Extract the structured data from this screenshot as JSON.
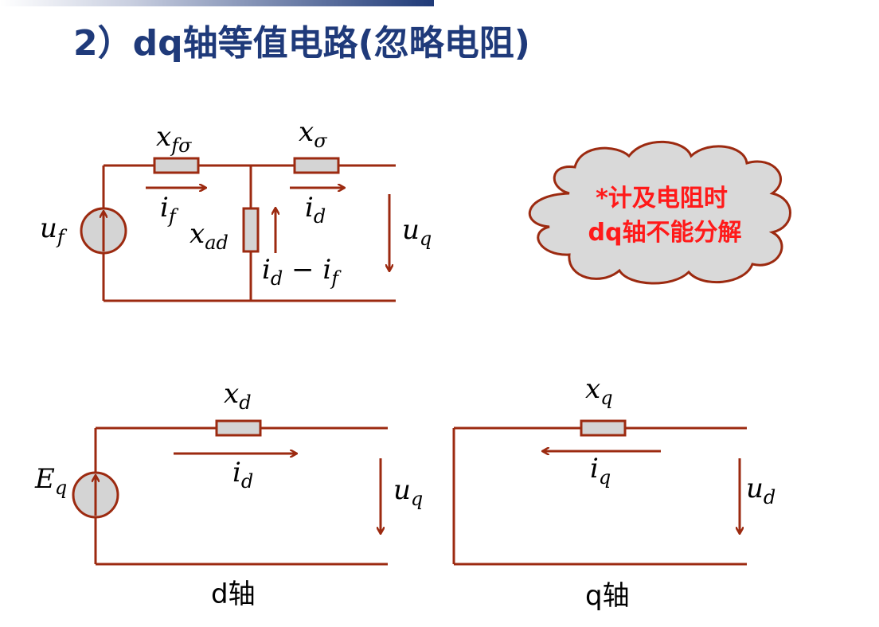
{
  "slide": {
    "title": "2）dq轴等值电路(忽略电阻)"
  },
  "top_circuit": {
    "source_label": {
      "base": "u",
      "sub": "f"
    },
    "field_leakage_label": {
      "base": "x",
      "sub": "fσ"
    },
    "leakage_label": {
      "base": "x",
      "sub": "σ"
    },
    "field_current_label": {
      "base": "i",
      "sub": "f"
    },
    "d_current_label": {
      "base": "i",
      "sub": "d"
    },
    "mutual_label": {
      "base": "x",
      "sub": "ad"
    },
    "branch_current_label": {
      "base1": "i",
      "sub1": "d",
      "op": " − ",
      "base2": "i",
      "sub2": "f"
    },
    "voltage_label": {
      "base": "u",
      "sub": "q"
    }
  },
  "cloud_note": {
    "line1": "*计及电阻时",
    "line2": "dq轴不能分解"
  },
  "d_axis_circuit": {
    "source_label": {
      "base": "E",
      "sub": "q"
    },
    "reactance_label": {
      "base": "x",
      "sub": "d"
    },
    "current_label": {
      "base": "i",
      "sub": "d"
    },
    "voltage_label": {
      "base": "u",
      "sub": "q"
    },
    "caption": "d轴"
  },
  "q_axis_circuit": {
    "reactance_label": {
      "base": "x",
      "sub": "q"
    },
    "current_label": {
      "base": "i",
      "sub": "q"
    },
    "voltage_label": {
      "base": "u",
      "sub": "d"
    },
    "caption": "q轴"
  },
  "colors": {
    "title": "#1f3a7a",
    "wire": "#9c2a10",
    "element_fill": "#d4d4d4",
    "cloud_fill": "#d9d9d9",
    "note_text": "#ff1a1a"
  }
}
